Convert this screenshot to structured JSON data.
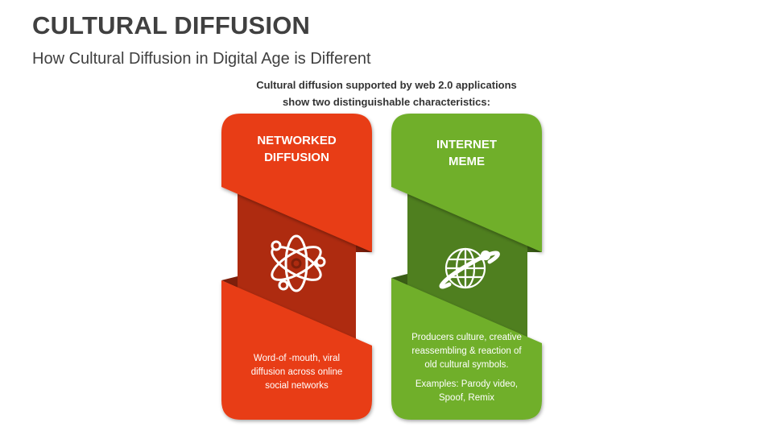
{
  "header": {
    "title": "CULTURAL DIFFUSION",
    "subtitle": "How Cultural Diffusion in Digital Age is Different"
  },
  "intro": {
    "line1": "Cultural diffusion supported by web 2.0 applications",
    "line2": "show two distinguishable characteristics:"
  },
  "cards": [
    {
      "title_line1": "NETWORKED",
      "title_line2": "DIFFUSION",
      "icon": "atom-icon",
      "color_main": "#E83E16",
      "color_dark": "#AE2B10",
      "color_fold": "#7E1F0B",
      "desc_lines": [
        "Word-of -mouth, viral",
        "diffusion across online",
        "social networks"
      ]
    },
    {
      "title_line1": "INTERNET",
      "title_line2": "MEME",
      "icon": "globe-orbit-icon",
      "color_main": "#6FAF2A",
      "color_dark": "#4F7F1F",
      "color_fold": "#3A5E16",
      "desc_lines": [
        "Producers culture, creative",
        "reassembling & reaction of",
        "old cultural symbols."
      ],
      "examples_lines": [
        "Examples: Parody video,",
        "Spoof, Remix"
      ]
    }
  ]
}
